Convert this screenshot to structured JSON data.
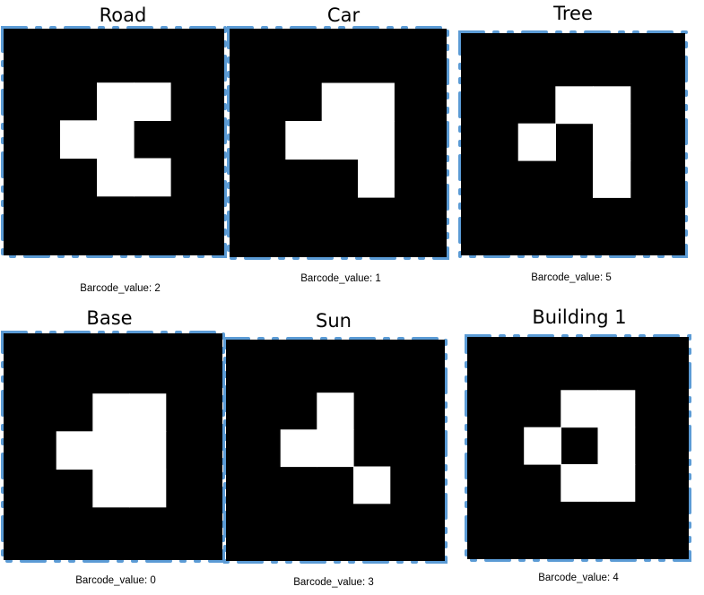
{
  "colors": {
    "marker_background": "#000000",
    "marker_cell": "#ffffff",
    "dash_border": "#5b9bd5",
    "page_background": "#ffffff"
  },
  "caption_prefix": "Barcode_value: ",
  "markers": [
    {
      "title": "Road",
      "barcode_value": "2",
      "caption": "Barcode_value: 2",
      "pattern": [
        [
          0,
          0,
          0,
          0,
          0,
          0
        ],
        [
          0,
          0,
          1,
          1,
          0,
          0
        ],
        [
          0,
          1,
          1,
          0,
          0,
          0
        ],
        [
          0,
          0,
          1,
          1,
          0,
          0
        ],
        [
          0,
          0,
          0,
          0,
          0,
          0
        ],
        [
          0,
          0,
          0,
          0,
          0,
          0
        ]
      ]
    },
    {
      "title": "Car",
      "barcode_value": "1",
      "caption": "Barcode_value: 1",
      "pattern": [
        [
          0,
          0,
          0,
          0,
          0,
          0
        ],
        [
          0,
          0,
          1,
          1,
          0,
          0
        ],
        [
          0,
          1,
          1,
          1,
          0,
          0
        ],
        [
          0,
          0,
          0,
          1,
          0,
          0
        ],
        [
          0,
          0,
          0,
          0,
          0,
          0
        ],
        [
          0,
          0,
          0,
          0,
          0,
          0
        ]
      ]
    },
    {
      "title": "Tree",
      "barcode_value": "5",
      "caption": "Barcode_value: 5",
      "pattern": [
        [
          0,
          0,
          0,
          0,
          0,
          0
        ],
        [
          0,
          0,
          1,
          1,
          0,
          0
        ],
        [
          0,
          1,
          0,
          1,
          0,
          0
        ],
        [
          0,
          0,
          0,
          1,
          0,
          0
        ],
        [
          0,
          0,
          0,
          0,
          0,
          0
        ],
        [
          0,
          0,
          0,
          0,
          0,
          0
        ]
      ]
    },
    {
      "title": "Base",
      "barcode_value": "0",
      "caption": "Barcode_value: 0",
      "pattern": [
        [
          0,
          0,
          0,
          0,
          0,
          0
        ],
        [
          0,
          0,
          1,
          1,
          0,
          0
        ],
        [
          0,
          1,
          1,
          1,
          0,
          0
        ],
        [
          0,
          0,
          1,
          1,
          0,
          0
        ],
        [
          0,
          0,
          0,
          0,
          0,
          0
        ],
        [
          0,
          0,
          0,
          0,
          0,
          0
        ]
      ]
    },
    {
      "title": "Sun",
      "barcode_value": "3",
      "caption": "Barcode_value: 3",
      "pattern": [
        [
          0,
          0,
          0,
          0,
          0,
          0
        ],
        [
          0,
          0,
          1,
          0,
          0,
          0
        ],
        [
          0,
          1,
          1,
          0,
          0,
          0
        ],
        [
          0,
          0,
          0,
          1,
          0,
          0
        ],
        [
          0,
          0,
          0,
          0,
          0,
          0
        ],
        [
          0,
          0,
          0,
          0,
          0,
          0
        ]
      ]
    },
    {
      "title": "Building 1",
      "barcode_value": "4",
      "caption": "Barcode_value: 4",
      "pattern": [
        [
          0,
          0,
          0,
          0,
          0,
          0
        ],
        [
          0,
          0,
          1,
          1,
          0,
          0
        ],
        [
          0,
          1,
          0,
          1,
          0,
          0
        ],
        [
          0,
          0,
          1,
          1,
          0,
          0
        ],
        [
          0,
          0,
          0,
          0,
          0,
          0
        ],
        [
          0,
          0,
          0,
          0,
          0,
          0
        ]
      ]
    }
  ]
}
